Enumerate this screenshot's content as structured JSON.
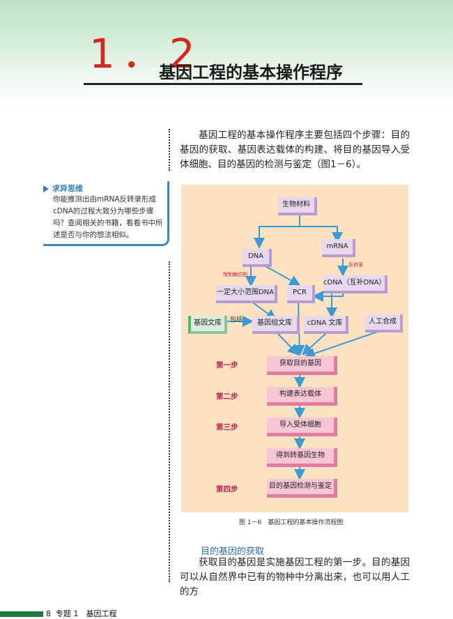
{
  "header": {
    "section_number": "1．2",
    "section_title": "基因工程的基本操作程序"
  },
  "intro_paragraph": "基因工程的基本操作程序主要包括四个步骤：目的基因的获取、基因表达载体的构建、将目的基因导入受体细胞、目的基因的检测与鉴定（图1－6）。",
  "sidebar": {
    "title": "求异思维",
    "text": "你能推测出由mRNA反转录形成cDNA的过程大致分为哪些步骤吗？查阅相关的书籍，看看书中所述是否与你的想法相似。"
  },
  "flowchart": {
    "nodes": {
      "material": "生物材料",
      "dna": "DNA",
      "mrna": "mRNA",
      "dna_fragments": "一定大小范围DNA",
      "pcr": "PCR",
      "cdna": "cDNA（互补DNA）",
      "gene_library": "基因文库",
      "genomic_library": "基因组文库",
      "cdna_library": "cDNA 文库",
      "synthesis": "人工合成"
    },
    "edge_labels": {
      "restriction": "限制酶切割",
      "reverse_transcription": "反转录",
      "includes": "包括"
    },
    "steps": [
      {
        "label": "第一步",
        "text": "获取目的基因"
      },
      {
        "label": "第二步",
        "text": "构建表达载体"
      },
      {
        "label": "第三步",
        "text": "导入受体细胞"
      },
      {
        "label": "",
        "text": "得到转基因生物"
      },
      {
        "label": "第四步",
        "text": "目的基因检测与鉴定"
      }
    ],
    "caption": "图 1－6　基因工程的基本操作流程图",
    "colors": {
      "background": "#fde2c2",
      "arrow": "#3a9bd6",
      "step_fill": "#f7c6d6",
      "node_fill": "#e7d8ee"
    }
  },
  "subsection": {
    "title": "目的基因的获取",
    "paragraph": "获取目的基因是实施基因工程的第一步。目的基因可以从自然界中已有的物种中分离出来，也可以用人工的方"
  },
  "footer": {
    "page_number": "8",
    "topic": "专题 1　基因工程"
  }
}
